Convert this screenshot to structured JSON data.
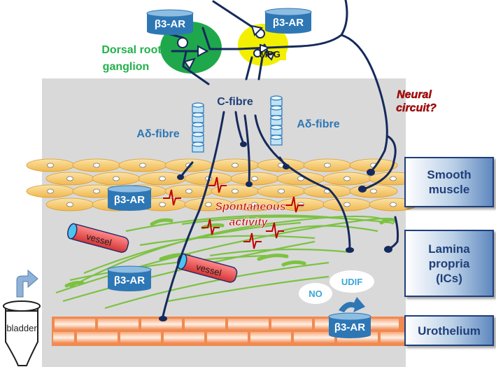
{
  "labels": {
    "b3ar": "β3-AR",
    "drg_line1": "Dorsal root",
    "drg_line2": "ganglion",
    "mpg": "MPG",
    "c_fibre": "C-fibre",
    "ad_fibre": "Aδ-fibre",
    "neural_line1": "Neural",
    "neural_line2": "circuit?",
    "spont_line1": "Spontaneous",
    "spont_line2": "activity",
    "vessel": "vessel",
    "no": "NO",
    "udif": "UDIF",
    "bladder": "bladder"
  },
  "layers": {
    "smooth_line1": "Smooth",
    "smooth_line2": "muscle",
    "lamina_line1": "Lamina",
    "lamina_line2": "propria",
    "lamina_line3": "(ICs)",
    "urothelium": "Urothelium"
  },
  "colors": {
    "panel": "#d9d9d9",
    "b3ar_body": "#2e77b5",
    "b3ar_top": "#8ebde2",
    "drg_green": "#1fa84b",
    "mpg_yellow": "#f2ef00",
    "fibre_line": "#152a5c",
    "ad_blue": "#2e77b5",
    "red_text": "#c00000",
    "label_green": "#22b14c",
    "label_blue": "#1f3f7a",
    "muscle_fill": "#f5cb72",
    "urothelium": "#f08a50",
    "lamina_fibre": "#7cc242"
  }
}
